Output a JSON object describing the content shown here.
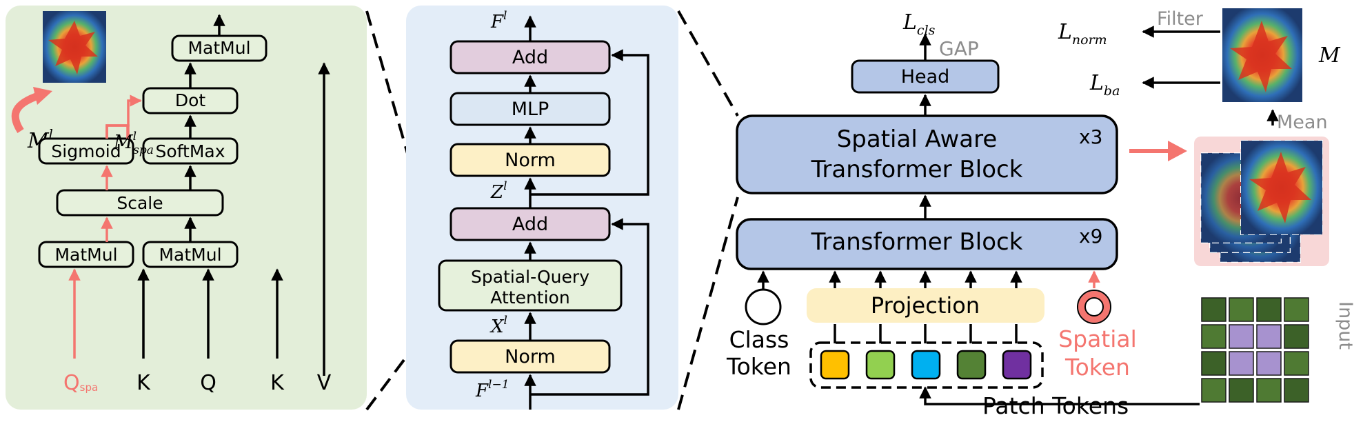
{
  "colors": {
    "left_panel_bg": "#e3eed9",
    "mid_panel_bg": "#e3edf8",
    "box_green": "#e6f1dc",
    "box_add": "#e2cddd",
    "box_mlp": "#dbe7f3",
    "box_norm": "#fdf0c6",
    "box_blue": "#b4c6e7",
    "projection": "#fdefc3",
    "pink_bg": "#f8d7d7",
    "red_accent": "#f4756f",
    "gray_text": "#8c8c8c",
    "patch_colors": [
      "#ffc000",
      "#92d050",
      "#00b0f0",
      "#548235",
      "#7030a0"
    ]
  },
  "left_panel": {
    "matmul_top": "MatMul",
    "dot": "Dot",
    "sigmoid": "Sigmoid",
    "softmax": "SoftMax",
    "scale": "Scale",
    "matmul_left": "MatMul",
    "matmul_right": "MatMul",
    "m_l": "M",
    "m_l_sup": "l",
    "m_spa": "M",
    "m_spa_sup": "l",
    "m_spa_sub": "spa",
    "inputs": {
      "q_spa": "Q",
      "q_spa_sub": "spa",
      "k1": "K",
      "q": "Q",
      "k2": "K",
      "v": "V"
    }
  },
  "mid_panel": {
    "f_out": "F",
    "f_out_sup": "l",
    "add_top": "Add",
    "mlp": "MLP",
    "norm_top": "Norm",
    "z_l": "Z",
    "z_l_sup": "l",
    "add_bottom": "Add",
    "attention_line1": "Spatial-Query",
    "attention_line2": "Attention",
    "x_l": "X",
    "x_l_sup": "l",
    "norm_bottom": "Norm",
    "f_in": "F",
    "f_in_sup": "l−1"
  },
  "right_panel": {
    "l_cls": "L",
    "l_cls_sub": "cls",
    "gap": "GAP",
    "head": "Head",
    "sat_line1": "Spatial Aware",
    "sat_line2": "Transformer Block",
    "sat_repeat": "x3",
    "tb": "Transformer Block",
    "tb_repeat": "x9",
    "projection": "Projection",
    "class_token_line1": "Class",
    "class_token_line2": "Token",
    "spatial_token_line1": "Spatial",
    "spatial_token_line2": "Token",
    "patch_tokens": "Patch Tokens",
    "input_label": "Input",
    "filter": "Filter",
    "mean": "Mean",
    "m_label": "M",
    "l_norm": "L",
    "l_norm_sub": "norm",
    "l_ba": "L",
    "l_ba_sub": "ba"
  }
}
